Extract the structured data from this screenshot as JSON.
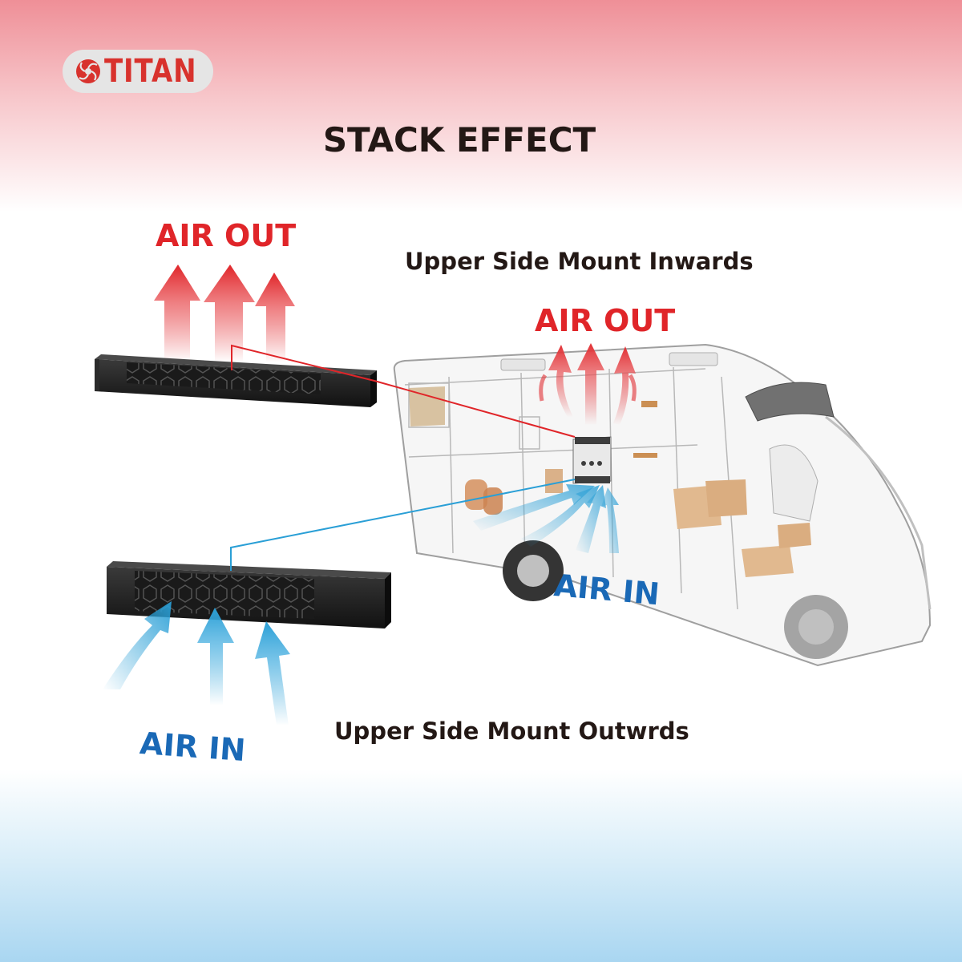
{
  "logo": {
    "text": "TITAN",
    "icon": "titan-fan-icon",
    "color": "#d8322d"
  },
  "title": "STACK EFFECT",
  "top_unit": {
    "air_label": "AIR OUT",
    "mount_label": "Upper Side Mount Inwards",
    "arrow_color": "#e02529"
  },
  "camper": {
    "air_out_label": "AIR OUT",
    "air_in_label": "AIR IN"
  },
  "bottom_unit": {
    "air_label": "AIR IN",
    "mount_label": "Upper Side Mount Outwrds",
    "arrow_color": "#2a9fd6"
  },
  "colors": {
    "red": "#e02529",
    "blue": "#1a69b6",
    "light_blue": "#2a9fd6",
    "text": "#231815"
  }
}
